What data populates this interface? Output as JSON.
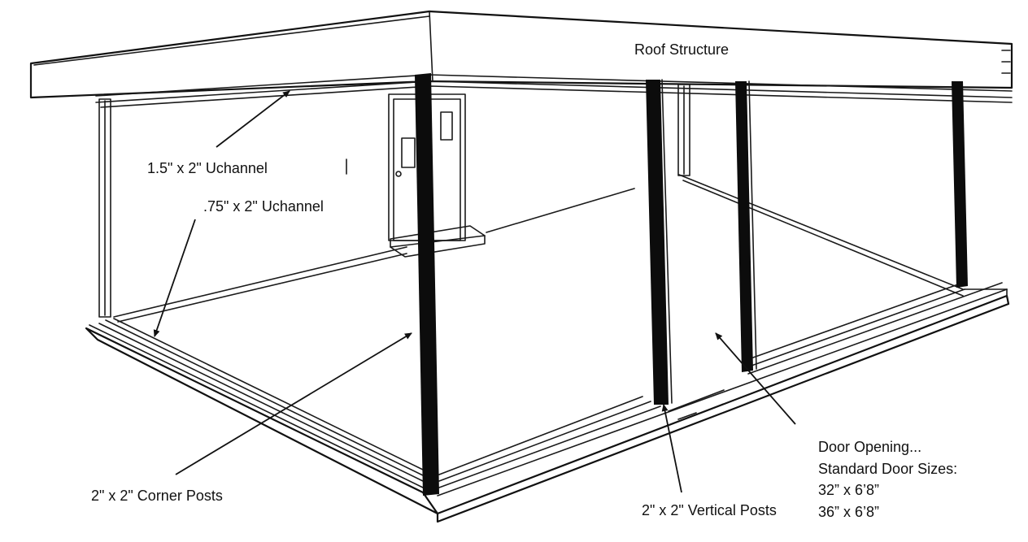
{
  "labels": {
    "roof_structure": "Roof Structure",
    "uchannel_large": "1.5\" x 2\" Uchannel",
    "uchannel_small": ".75\" x 2\" Uchannel",
    "corner_posts": "2\" x 2\" Corner Posts",
    "vertical_posts": "2\" x 2\" Vertical Posts"
  },
  "door_info": {
    "title": "Door Opening...",
    "subtitle": "Standard Door Sizes:",
    "sizes": [
      "32” x 6’8”",
      "36” x 6’8”"
    ]
  },
  "colors": {
    "ink": "#111111",
    "post": "#0c0c0c",
    "background": "#ffffff"
  }
}
